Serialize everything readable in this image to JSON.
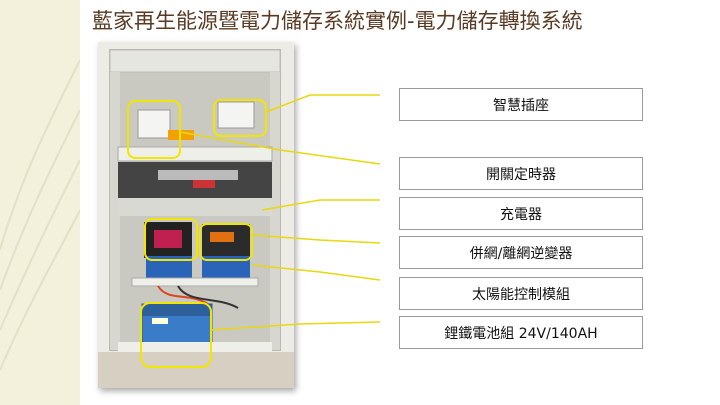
{
  "slide": {
    "title": "藍家再生能源暨電力儲存系統實例-電力儲存轉換系統"
  },
  "labels": [
    "智慧插座",
    "開關定時器",
    "充電器",
    "併網/離網逆變器",
    "太陽能控制模組",
    "鋰鐵電池組 24V/140AH"
  ],
  "colors": {
    "highlight": "#f2e600",
    "connector": "#e8d810",
    "title": "#5a3a22",
    "band": "#f3f0dc"
  }
}
